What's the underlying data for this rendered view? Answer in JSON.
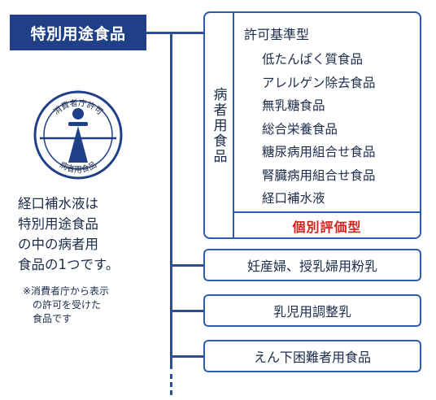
{
  "root": {
    "label": "特別用途食品"
  },
  "patient_group": {
    "label": "病者用食品",
    "category_title": "許可基準型",
    "items": [
      "低たんぱく質食品",
      "アレルゲン除去食品",
      "無乳糖食品",
      "総合栄養食品",
      "糖尿病用組合せ食品",
      "腎臓病用組合せ食品",
      "経口補水液"
    ],
    "individual_label": "個別評価型"
  },
  "other_categories": [
    "妊産婦、授乳婦用粉乳",
    "乳児用調整乳",
    "えん下困難者用食品"
  ],
  "mark": {
    "top_text": "消費者庁許可",
    "bottom_text": "病者用食品"
  },
  "description": [
    "経口補水液は",
    "特別用途食品",
    "の中の病者用",
    "食品の1つです。"
  ],
  "note": [
    "※消費者庁から表示",
    "の許可を受けた",
    "食品です"
  ],
  "colors": {
    "navy": "#1f3f86",
    "border_blue": "#2f5aa8",
    "text": "#1b2b4a",
    "accent_red": "#d6201c"
  }
}
